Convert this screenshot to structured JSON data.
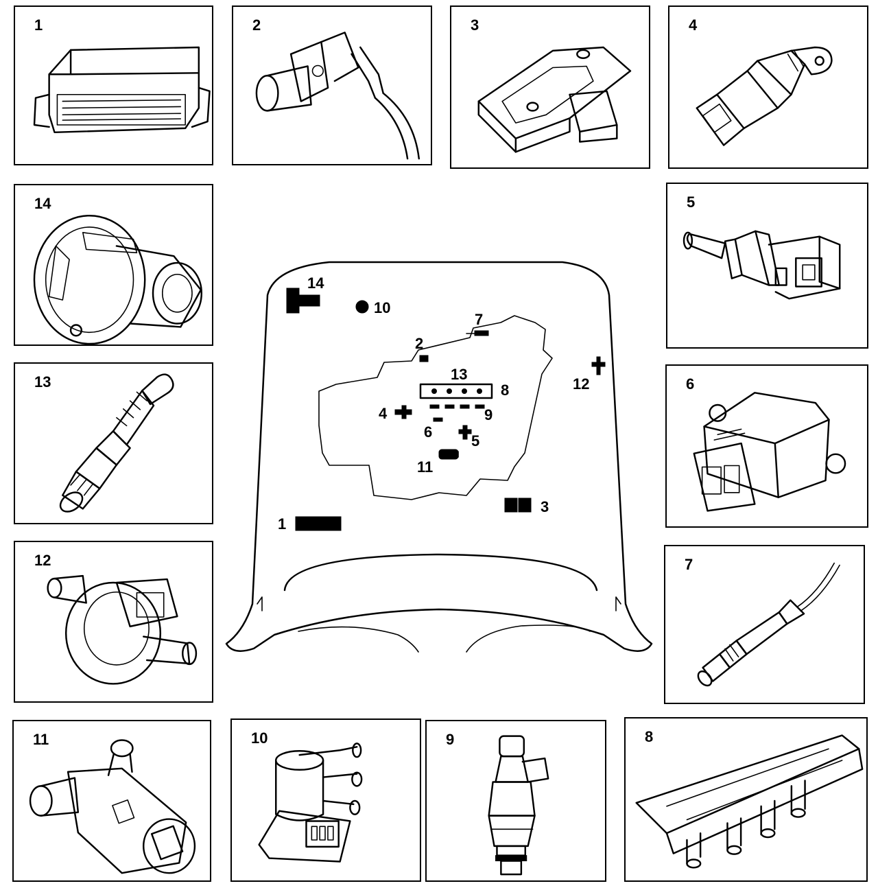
{
  "panels": [
    {
      "id": "1",
      "label": "1",
      "icon": "ecu-module-icon"
    },
    {
      "id": "2",
      "label": "2",
      "icon": "crankshaft-sensor-icon"
    },
    {
      "id": "3",
      "label": "3",
      "icon": "map-sensor-icon"
    },
    {
      "id": "4",
      "label": "4",
      "icon": "temperature-sensor-icon"
    },
    {
      "id": "14",
      "label": "14",
      "icon": "throttle-housing-icon"
    },
    {
      "id": "5",
      "label": "5",
      "icon": "air-temp-sensor-icon"
    },
    {
      "id": "13",
      "label": "13",
      "icon": "spark-plug-icon"
    },
    {
      "id": "6",
      "label": "6",
      "icon": "throttle-position-sensor-icon"
    },
    {
      "id": "12",
      "label": "12",
      "icon": "purge-valve-icon"
    },
    {
      "id": "7",
      "label": "7",
      "icon": "oxygen-sensor-icon"
    },
    {
      "id": "11",
      "label": "11",
      "icon": "idle-valve-icon"
    },
    {
      "id": "10",
      "label": "10",
      "icon": "vacuum-valve-icon"
    },
    {
      "id": "9",
      "label": "9",
      "icon": "fuel-injector-icon"
    },
    {
      "id": "8",
      "label": "8",
      "icon": "ignition-cassette-icon"
    }
  ],
  "center": {
    "callouts": {
      "c14": "14",
      "c10": "10",
      "c7": "7",
      "c2": "2",
      "c13": "13",
      "c8": "8",
      "c12": "12",
      "c4": "4",
      "c9": "9",
      "c6": "6",
      "c5": "5",
      "c11": "11",
      "c3": "3",
      "c1": "1"
    }
  }
}
